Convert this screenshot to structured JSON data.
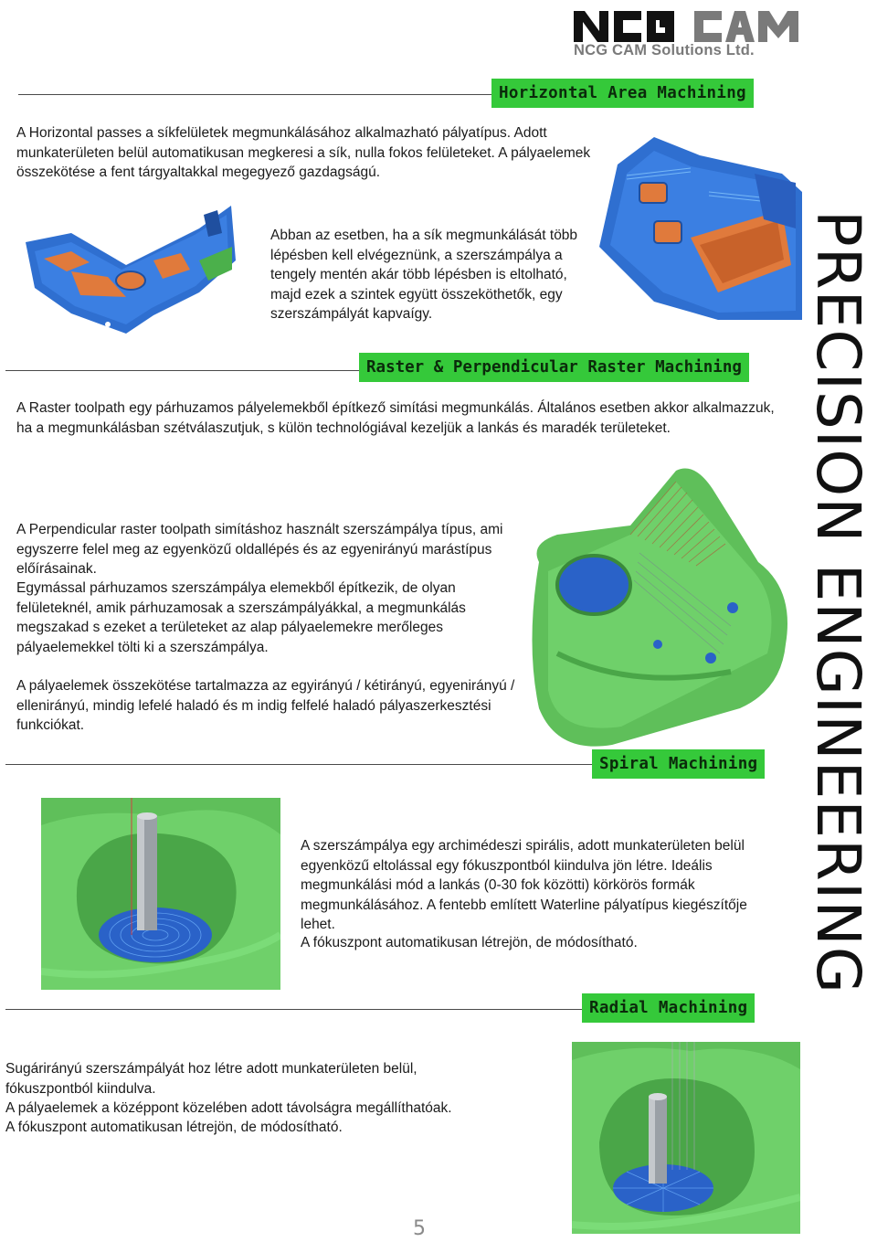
{
  "logo": {
    "wordmark": "NCG CAM",
    "company": "NCG CAM Solutions Ltd."
  },
  "vertical_title": "PRECISION ENGINEERING",
  "sections": {
    "horizontal": {
      "title": "Horizontal Area Machining",
      "intro": "A Horizontal passes a síkfelületek megmunkálásához alkalmazható pályatípus. Adott munkaterületen belül automatikusan megkeresi a sík, nulla fokos felületeket. A pályaelemek összekötése a fent tárgyaltakkal megegyező gazdagságú.",
      "detail": "Abban az esetben, ha a sík megmunkálását több lépésben kell elvégeznünk, a szerszámpálya a tengely mentén akár több lépésben is eltolható, majd ezek a szintek együtt összeköthetők, egy szerszámpályát kapvaígy."
    },
    "raster": {
      "title": "Raster & Perpendicular Raster Machining",
      "p1": "A Raster toolpath egy párhuzamos pályelemekből építkező simítási megmunkálás. Általános esetben akkor alkalmazzuk, ha a megmunkálásban szétválaszutjuk, s külön technológiával kezeljük a lankás és maradék területeket.",
      "p2": "A Perpendicular raster toolpath simításhoz használt szerszámpálya típus, ami egyszerre felel meg az egyenközű oldallépés és az egyenirányú marástípus előírásainak.",
      "p3": "Egymással párhuzamos szerszámpálya elemekből építkezik, de olyan felületeknél, amik párhuzamosak a szerszámpályákkal, a megmunkálás megszakad s ezeket a területeket az alap pályaelemekre merőleges pályaelemekkel tölti ki a szerszámpálya.",
      "p4": "A pályaelemek összekötése tartalmazza az egyirányú / kétirányú, egyenirányú / ellenirányú, mindig lefelé haladó és m indig felfelé haladó pályaszerkesztési funkciókat."
    },
    "spiral": {
      "title": "Spiral Machining",
      "p1": "A szerszámpálya egy archimédeszi spirális, adott munkaterületen belül egyenközű eltolással egy fókuszpontból kiindulva jön létre. Ideális megmunkálási mód a lankás (0-30 fok közötti) körkörös formák megmunkálásához. A fentebb említett Waterline pályatípus kiegészítője lehet.",
      "p2": "A fókuszpont automatikusan létrejön, de módosítható."
    },
    "radial": {
      "title": "Radial Machining",
      "p1": "Sugárirányú szerszámpályát hoz létre adott munkaterületen belül, fókuszpontból kiindulva.",
      "p2": "A pályaelemek a középpont közelében adott távolságra megállíthatóak.",
      "p3": "A fókuszpont automatikusan létrejön, de módosítható."
    }
  },
  "page_number": "5",
  "colors": {
    "accent_green": "#35c93a",
    "part_blue": "#2f6fd0",
    "part_orange": "#e07a3c",
    "model_green": "#5fbf5a"
  },
  "images": [
    "blue-part-render-icon",
    "blue-part-closeup-icon",
    "green-part-raster-icon",
    "spiral-tool-render-icon",
    "radial-tool-render-icon"
  ]
}
